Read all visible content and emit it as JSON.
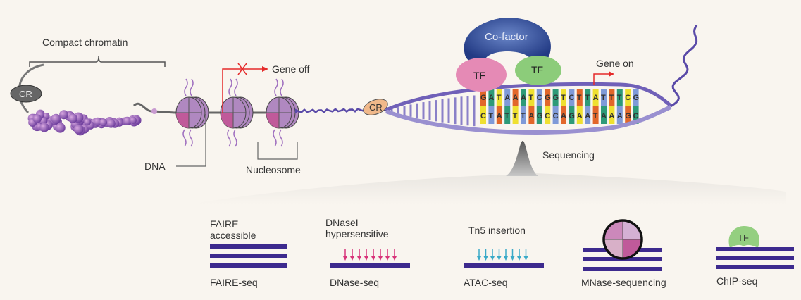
{
  "top": {
    "compact_chromatin": "Compact chromatin",
    "cr_left": "CR",
    "cr_right": "CR",
    "gene_off": "Gene off",
    "gene_on": "Gene on",
    "dna": "DNA",
    "nucleosome": "Nucleosome",
    "cofactor": "Co-factor",
    "tf_left": "TF",
    "tf_right": "TF",
    "sequencing": "Sequencing",
    "sequence_top": [
      "G",
      "A",
      "T",
      "A",
      "A",
      "A",
      "T",
      "C",
      "G",
      "G",
      "T",
      "C",
      "T",
      "T",
      "A",
      "T",
      "T",
      "T",
      "C",
      "G"
    ],
    "sequence_bottom": [
      "C",
      "T",
      "A",
      "T",
      "T",
      "T",
      "A",
      "G",
      "C",
      "C",
      "A",
      "G",
      "A",
      "A",
      "T",
      "A",
      "A",
      "A",
      "G",
      "C"
    ]
  },
  "methods": [
    {
      "annotation": [
        "FAIRE",
        "accessible"
      ],
      "name": "FAIRE-seq"
    },
    {
      "annotation": [
        "DNaseI",
        "hypersensitive"
      ],
      "name": "DNase-seq"
    },
    {
      "annotation": [
        "Tn5 insertion"
      ],
      "name": "ATAC-seq"
    },
    {
      "annotation": [],
      "name": "MNase-sequencing"
    },
    {
      "annotation": [
        "TF"
      ],
      "name": "ChIP-seq"
    }
  ],
  "colors": {
    "dna_bar": "#3d2a8e",
    "dnase_arrow": "#d8347a",
    "tn5_arrow": "#3aaac8",
    "cofactor": "#2a3f8a",
    "tf_pink": "#e58ab5",
    "tf_green": "#8ccc7a",
    "red_arrow": "#e52a2a",
    "base_colors": [
      "#e2672a",
      "#2e9a78",
      "#efe030",
      "#7f9ad8"
    ]
  }
}
